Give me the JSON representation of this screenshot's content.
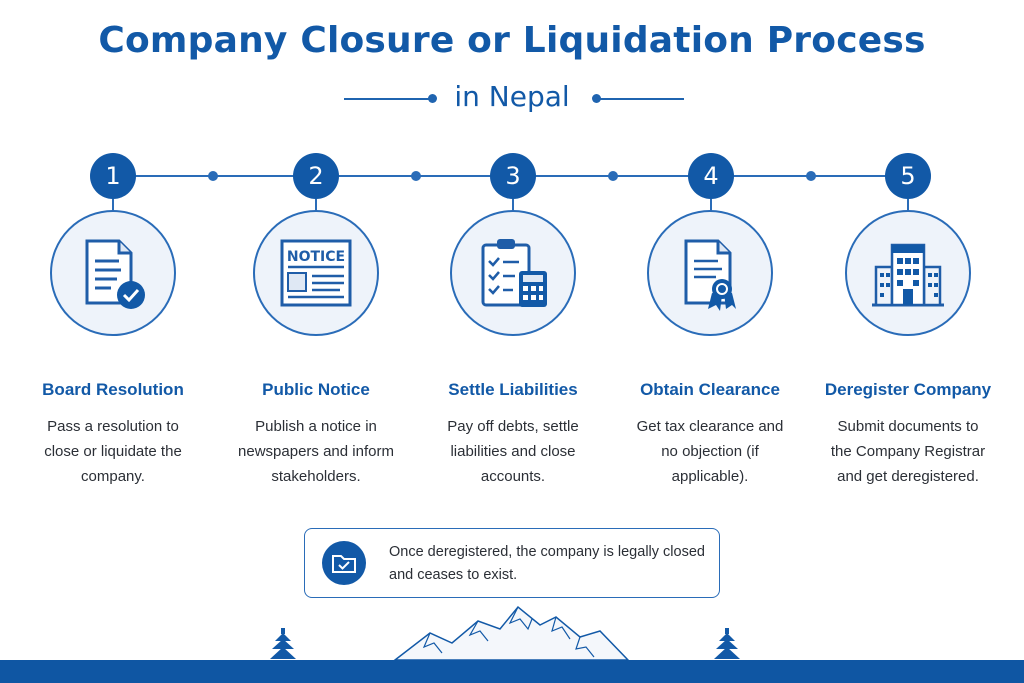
{
  "header": {
    "title": "Company Closure or Liquidation Process",
    "subtitle": "in Nepal"
  },
  "steps": [
    {
      "number": "1",
      "title": "Board Resolution",
      "description": "Pass a resolution to close or liquidate the company.",
      "icon": "document-check-icon"
    },
    {
      "number": "2",
      "title": "Public Notice",
      "description": "Publish a notice in newspapers and inform stakeholders.",
      "icon": "newspaper-notice-icon",
      "icon_text": "NOTICE"
    },
    {
      "number": "3",
      "title": "Settle Liabilities",
      "description": "Pay off debts, settle liabilities and close accounts.",
      "icon": "checklist-calculator-icon"
    },
    {
      "number": "4",
      "title": "Obtain Clearance",
      "description": "Get tax clearance and no objection (if applicable).",
      "icon": "certificate-icon"
    },
    {
      "number": "5",
      "title": "Deregister Company",
      "description": "Submit documents to the Company Registrar and get deregistered.",
      "icon": "building-icon"
    }
  ],
  "note": {
    "text": "Once deregistered, the company is legally closed and ceases to exist.",
    "icon": "folder-check-icon"
  },
  "colors": {
    "primary": "#1259a7",
    "line": "#2a6cb8",
    "circle_fill": "#eef3fa",
    "footer": "#0f56a3"
  }
}
